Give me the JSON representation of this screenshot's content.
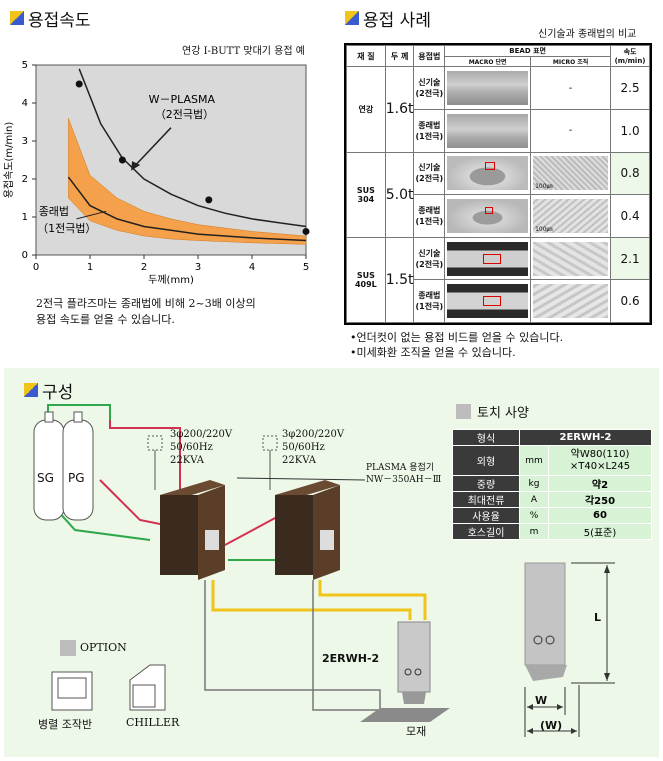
{
  "speed_section": {
    "title": "용접속도",
    "chart_note": "연강 I-BUTT 맞대기 용접 예",
    "description_line1": "2전극 플라즈마는 종래법에 비해 2~3배 이상의",
    "description_line2": "용접 속도를 얻을 수 있습니다."
  },
  "chart_data": {
    "type": "scatter",
    "xlabel": "두께(mm)",
    "ylabel": "용접속도(m/min)",
    "xlim": [
      0,
      5
    ],
    "ylim": [
      0,
      5
    ],
    "x_ticks": [
      "0",
      "1",
      "2",
      "3",
      "4",
      "5"
    ],
    "y_ticks": [
      "0",
      "1",
      "2",
      "3",
      "4",
      "5"
    ],
    "grid": false,
    "background": "#d9d9d9",
    "band_color": "#f5a04a",
    "series": [
      {
        "name": "W-PLASMA (2전극법)",
        "points": [
          [
            0.8,
            4.5
          ],
          [
            1.6,
            2.5
          ],
          [
            3.2,
            1.45
          ],
          [
            5.0,
            0.62
          ]
        ],
        "curve": [
          [
            0.8,
            4.9
          ],
          [
            1.2,
            3.45
          ],
          [
            1.6,
            2.55
          ],
          [
            2.0,
            2.0
          ],
          [
            2.5,
            1.6
          ],
          [
            3.0,
            1.3
          ],
          [
            3.5,
            1.1
          ],
          [
            4.0,
            0.95
          ],
          [
            4.5,
            0.85
          ],
          [
            5.0,
            0.75
          ]
        ]
      },
      {
        "name": "종래법 (1전극법)",
        "curve": [
          [
            0.6,
            2.05
          ],
          [
            1.0,
            1.3
          ],
          [
            1.5,
            0.95
          ],
          [
            2.0,
            0.75
          ],
          [
            2.5,
            0.65
          ],
          [
            3.0,
            0.55
          ],
          [
            4.0,
            0.45
          ],
          [
            5.0,
            0.38
          ]
        ],
        "band_upper": [
          [
            0.6,
            3.6
          ],
          [
            1.0,
            2.1
          ],
          [
            1.5,
            1.5
          ],
          [
            2.0,
            1.15
          ],
          [
            2.5,
            0.95
          ],
          [
            3.0,
            0.8
          ],
          [
            4.0,
            0.62
          ],
          [
            5.0,
            0.5
          ]
        ],
        "band_lower": [
          [
            0.6,
            1.5
          ],
          [
            1.0,
            0.9
          ],
          [
            1.5,
            0.65
          ],
          [
            2.0,
            0.5
          ],
          [
            2.5,
            0.42
          ],
          [
            3.0,
            0.38
          ],
          [
            4.0,
            0.32
          ],
          [
            5.0,
            0.28
          ]
        ]
      }
    ],
    "annotations": [
      {
        "line1": "W－PLASMA",
        "line2": "（2전극법）"
      },
      {
        "line1": "종래법",
        "line2": "（1전극법）"
      }
    ]
  },
  "cases_section": {
    "title": "용접 사례",
    "subtitle": "신기술과 종래법의 비교",
    "headers": {
      "material": "재 질",
      "thickness": "두 께",
      "method": "용접법",
      "bead": "BEAD 표면",
      "macro": "MACRO 단면",
      "micro": "MICRO 조직",
      "speed": "속도",
      "speed_unit": "(m/min)"
    },
    "groups": [
      {
        "material": "연강",
        "thickness": "1.6t",
        "rows": [
          {
            "method": "신기술\n(2전극)",
            "micro": "-",
            "speed": "2.5"
          },
          {
            "method": "종래법\n(1전극)",
            "micro": "-",
            "speed": "1.0"
          }
        ]
      },
      {
        "material": "SUS\n304",
        "thickness": "5.0t",
        "rows": [
          {
            "method": "신기술\n(2전극)",
            "micro": "",
            "scale": "100㎛",
            "speed": "0.8"
          },
          {
            "method": "종래법\n(1전극)",
            "micro": "",
            "scale": "100㎛",
            "speed": "0.4"
          }
        ]
      },
      {
        "material": "SUS\n409L",
        "thickness": "1.5t",
        "rows": [
          {
            "method": "신기술\n(2전극)",
            "micro": "",
            "speed": "2.1"
          },
          {
            "method": "종래법\n(1전극)",
            "micro": "",
            "speed": "0.6"
          }
        ]
      }
    ],
    "bullets": [
      "•언더컷이 없는 용접 비드를 얻을 수 있습니다.",
      "•미세화환 조직을 얻을 수 있습니다."
    ]
  },
  "config_section": {
    "title": "구성",
    "cylinders": [
      "SG",
      "PG"
    ],
    "power1": [
      "3φ200/220V",
      "50/60Hz",
      "22KVA"
    ],
    "power2": [
      "3φ200/220V",
      "50/60Hz",
      "22KVA"
    ],
    "machine_label": [
      "PLASMA 용접기",
      "NW－350AH－Ⅲ"
    ],
    "torch_label": "2ERWH-2",
    "workpiece_label": "모재",
    "option_title": "OPTION",
    "options": [
      "병렬 조작반",
      "CHILLER"
    ]
  },
  "torch_spec": {
    "title": "토치 사양",
    "rows": [
      {
        "label": "형식",
        "unit": "",
        "value": "2ERWH-2"
      },
      {
        "label": "외형",
        "unit": "mm",
        "value": "약W80(110)\n×T40×L245"
      },
      {
        "label": "중량",
        "unit": "kg",
        "value": "약2"
      },
      {
        "label": "최대전류",
        "unit": "A",
        "value": "각250"
      },
      {
        "label": "사용율",
        "unit": "%",
        "value": "60"
      },
      {
        "label": "호스길이",
        "unit": "m",
        "value": "5(표준)"
      }
    ],
    "dim_labels": {
      "L": "L",
      "W": "W",
      "W2": "(W)"
    }
  },
  "colors": {
    "accent_blue": "#3a5bd0",
    "accent_yellow": "#f0c419",
    "green_bg": "#eef8e8",
    "header_dark": "#3a3a3a",
    "value_green": "#d7f2d5"
  }
}
